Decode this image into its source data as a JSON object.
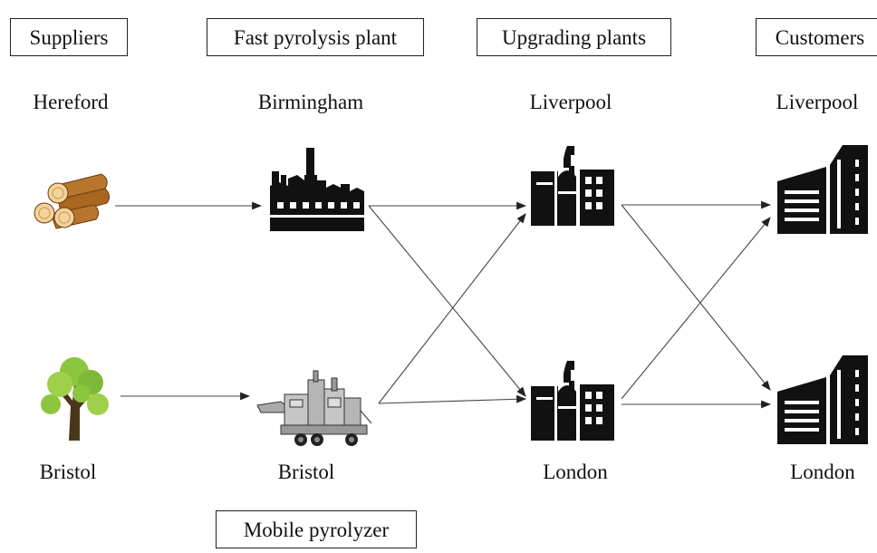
{
  "columns": {
    "suppliers": "Suppliers",
    "fast_pyrolysis": "Fast pyrolysis plant",
    "upgrading": "Upgrading plants",
    "customers": "Customers"
  },
  "nodes": {
    "supplier_top": "Hereford",
    "supplier_bottom": "Bristol",
    "pyrolysis_top": "Birmingham",
    "pyrolysis_bottom": "Bristol",
    "upgrading_top": "Liverpool",
    "upgrading_bottom": "London",
    "customer_top": "Liverpool",
    "customer_bottom": "London"
  },
  "mobile_label": "Mobile pyrolyzer",
  "icons": {
    "supplier_top": "wood-logs-icon",
    "supplier_bottom": "tree-icon",
    "pyrolysis_top": "factory-icon",
    "pyrolysis_bottom": "mobile-pyrolyzer-machine-icon",
    "upgrading": "refinery-icon",
    "customers": "office-building-icon"
  },
  "colors": {
    "line": "#444444",
    "icon": "#111111",
    "wood": "#b8752e",
    "tree": "#8cc63e"
  }
}
